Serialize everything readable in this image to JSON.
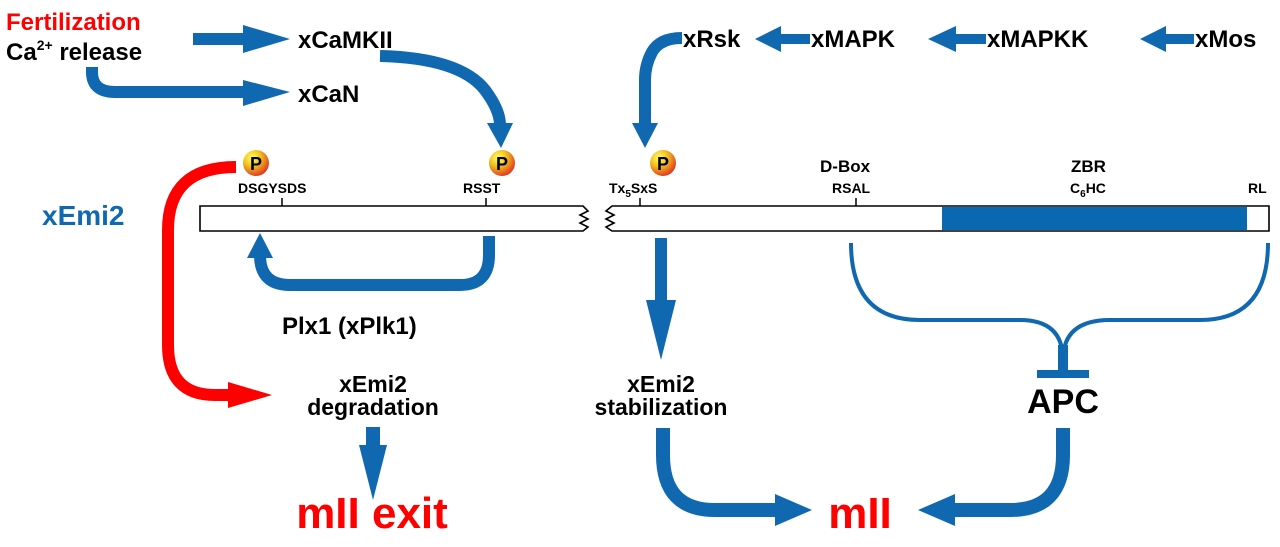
{
  "colors": {
    "blue": "#1068b0",
    "red": "#ff0000",
    "black": "#000000",
    "domain_fill": "#0a68b0"
  },
  "trigger": {
    "line1": "Fertilization",
    "line2_base": "Ca",
    "line2_sup": "2+",
    "line2_rest": " release"
  },
  "calcium_targets": {
    "camkii": "xCaMKII",
    "can": "xCaN"
  },
  "mapk_cascade": {
    "rsk": "xRsk",
    "mapk": "xMAPK",
    "mapkk": "xMAPKK",
    "mos": "xMos"
  },
  "protein": {
    "name": "xEmi2",
    "phospho_label": "P",
    "sites": {
      "dsgysds": "DSGYSDS",
      "rsst": "RSST",
      "tx5sxs_base": "Tx",
      "tx5sxs_sub": "5",
      "tx5sxs_rest": "SxS",
      "dbox_title": "D-Box",
      "dbox_seq": "RSAL",
      "zbr_title": "ZBR",
      "zbr_base": "C",
      "zbr_sub": "6",
      "zbr_rest": "HC",
      "rl": "RL"
    }
  },
  "kinase_loop": {
    "label": "Plx1 (xPlk1)"
  },
  "outcomes": {
    "degradation_line1": "xEmi2",
    "degradation_line2": "degradation",
    "stabilization_line1": "xEmi2",
    "stabilization_line2": "stabilization",
    "apc": "APC",
    "mii_exit": "mII exit",
    "mii": "mII"
  }
}
